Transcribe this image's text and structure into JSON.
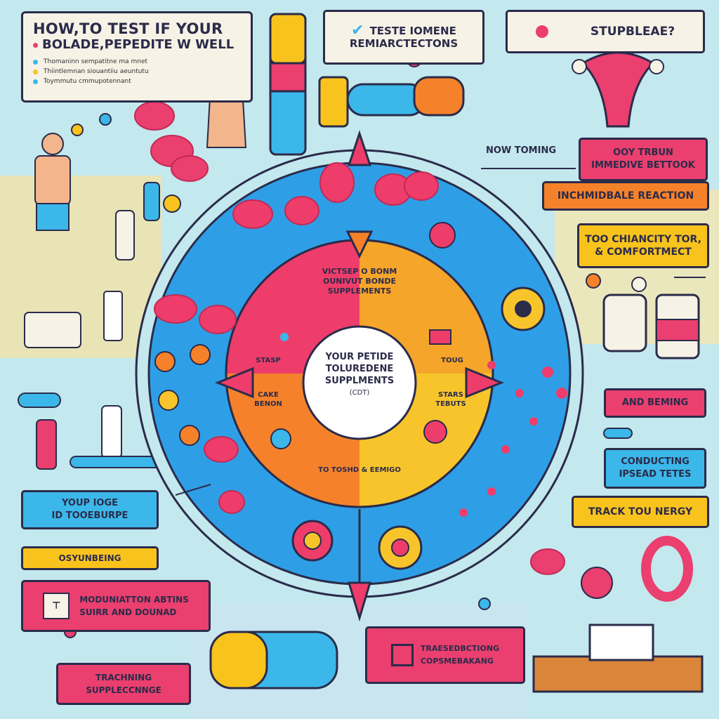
{
  "title": {
    "line1": "HOW,TO TEST IF YOUR",
    "line2": "BOLADE,PEPEDITE W WELL",
    "bullets": [
      "Thomaninn sempatitne ma mnet",
      "Thiintlemnan siouantiiu aeuntutu",
      "Toymmutu cmmupotennant"
    ]
  },
  "top_center": {
    "line1": "TESTE IOMENE",
    "line2": "REMIARCTECTONS"
  },
  "top_right": {
    "label": "STUPBLEAE?"
  },
  "right_labels": [
    {
      "id": "now_toming",
      "text": "NOW TOMING"
    },
    {
      "id": "ooy_tribun",
      "line1": "OOY TRBUN",
      "line2": "IMMEDIVE BETTOOK"
    },
    {
      "id": "reaction",
      "text": "INCHMIDBALE REACTION"
    },
    {
      "id": "comfort",
      "line1": "TOO CHIANCITY TOR,",
      "line2": "& COMFORTMECT"
    },
    {
      "id": "and_bening",
      "text": "AND BEMING"
    },
    {
      "id": "conducting",
      "line1": "CONDUCTING",
      "line2": "IPSEAD TETES"
    },
    {
      "id": "track",
      "text": "TRACK TOU NERGY"
    }
  ],
  "left_labels": [
    {
      "id": "your_tose",
      "line1": "YOUP IOGE",
      "line2": "ID TOOEBURPE"
    },
    {
      "id": "oyyunbeing",
      "text": "OSYUNBEING"
    },
    {
      "id": "modulation",
      "line1": "MODUNIATTON ABTINS",
      "line2": "SUIRR AND DOUNAD"
    },
    {
      "id": "tracking",
      "line1": "TRACHNING",
      "line2": "SUPPLECCNNGE"
    }
  ],
  "bottom_center": {
    "line1": "TRAESEDBCTIONG",
    "line2": "COPSMEBAKANG"
  },
  "center": {
    "ring_top_line1": "VICTSEP O BONM",
    "ring_top_line2": "OUNIVUT BONDE",
    "ring_top_line3": "SUPPLEMENTS",
    "left_top": "STASP",
    "left_bottom_line1": "CAKE",
    "left_bottom_line2": "BENON",
    "right_top": "TOUG",
    "right_bottom_line1": "STARS",
    "right_bottom_line2": "TEBUTS",
    "bottom": "TO TOSHD & EEMIGO",
    "core_line1": "YOUR PETIDE",
    "core_line2": "TOLUREDENE",
    "core_line3": "SUPPLMENTS",
    "core_line4": "(CDT)"
  },
  "colors": {
    "background": "#c3e8ee",
    "outer_ring": "#2e9fe6",
    "ring_yellow": "#f7c52b",
    "ring_orange": "#f5822a",
    "ring_red": "#ee3d6b",
    "core": "#ffffff",
    "ink": "#2b2b4a",
    "pink": "#ea3f6f",
    "yellow": "#f9c31d",
    "blue": "#3cb7ea"
  }
}
